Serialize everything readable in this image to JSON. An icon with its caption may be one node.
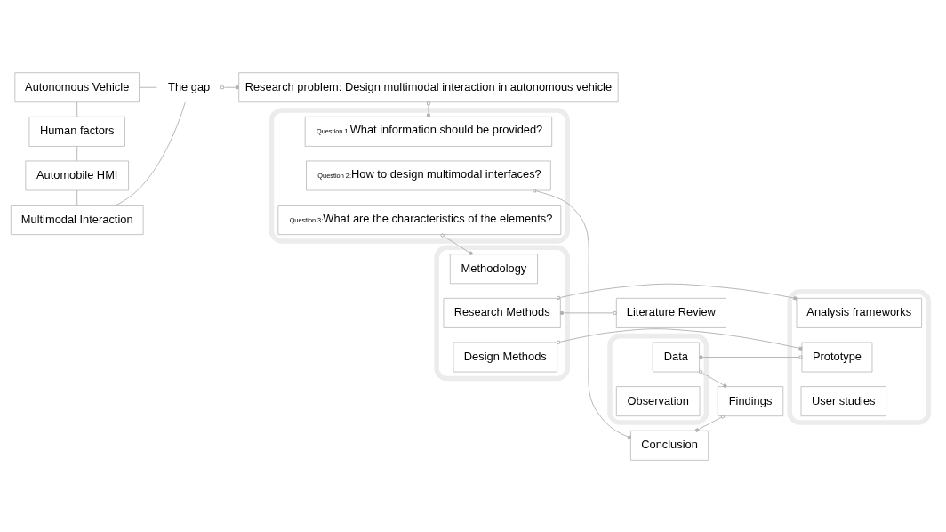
{
  "diagram": {
    "nodes": [
      {
        "text": [
          "Autonomous Vehicle"
        ]
      },
      {
        "text": [
          "Human factors"
        ]
      },
      {
        "text": [
          "Automobile HMI"
        ]
      },
      {
        "text": [
          "Multimodal Interaction"
        ]
      },
      {
        "text": [
          "The gap"
        ]
      },
      {
        "text": [
          "Research problem: Design multimodal interaction in autonomous vehicle"
        ]
      },
      {
        "text": [],
        "shape": "box"
      },
      {
        "text": [
          "Question 1:",
          "What information should be provided?"
        ],
        "in": 6
      },
      {
        "text": [
          "Question 2:",
          "How to design multimodal interfaces?"
        ],
        "in": 6
      },
      {
        "text": [
          "Question 3:",
          "What are the characteristics of the elements?"
        ],
        "in": 6
      },
      {
        "text": [
          "Literature Review"
        ]
      },
      {
        "text": [],
        "shape": "box"
      },
      {
        "text": [
          "Methodology"
        ],
        "in": 11
      },
      {
        "text": [
          "Research Methods"
        ],
        "in": 11
      },
      {
        "text": [
          "Design Methods"
        ],
        "in": 11
      },
      {
        "text": [],
        "shape": "box"
      },
      {
        "text": [
          "Analysis frameworks"
        ],
        "in": 15
      },
      {
        "text": [
          "Prototype"
        ],
        "in": 15
      },
      {
        "text": [
          "User studies"
        ],
        "in": 15
      },
      {
        "text": [
          "Conclusion"
        ]
      },
      {
        "text": [
          "Findings"
        ]
      },
      {
        "text": [],
        "shape": "box"
      },
      {
        "text": [
          "Data"
        ],
        "in": 21
      },
      {
        "text": [
          "Observation"
        ],
        "in": 21
      }
    ],
    "edges": [
      {
        "from": 0,
        "to": 1,
        "arrow": "none"
      },
      {
        "from": 1,
        "to": 2,
        "arrow": "none"
      },
      {
        "from": 2,
        "to": 3,
        "arrow": "none"
      },
      {
        "from": 0,
        "to": 4,
        "arrow": "none"
      },
      {
        "from": 3,
        "to": 4,
        "arrow": "none"
      },
      {
        "from": 4,
        "to": 5,
        "arrow": "other"
      },
      {
        "from": 5,
        "to": 7,
        "arrow": "other"
      },
      {
        "from": 8,
        "to": 19,
        "arrow": "other"
      },
      {
        "from": 9,
        "to": 12,
        "arrow": "other"
      },
      {
        "from": 10,
        "to": 13,
        "arrow": "other"
      },
      {
        "from": 13,
        "to": 16,
        "arrow": "other"
      },
      {
        "from": 14,
        "to": 17,
        "arrow": "other"
      },
      {
        "from": 17,
        "to": 22,
        "arrow": "other"
      },
      {
        "from": 22,
        "to": 20,
        "arrow": "other"
      },
      {
        "from": 20,
        "to": 19,
        "arrow": "other"
      }
    ]
  }
}
